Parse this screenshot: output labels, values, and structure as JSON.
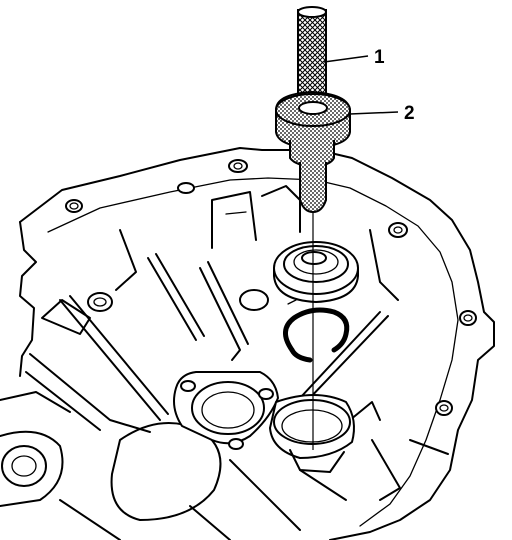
{
  "callouts": [
    {
      "label": "1",
      "part": "installer-tool-shaft"
    },
    {
      "label": "2",
      "part": "installer-tool-collar"
    }
  ],
  "parts": [
    "transaxle-case",
    "bearing-seal",
    "snap-ring",
    "seal-bore"
  ],
  "colors": {
    "ink": "#000000",
    "paper": "#ffffff",
    "stipple": "#9a9a9a"
  }
}
